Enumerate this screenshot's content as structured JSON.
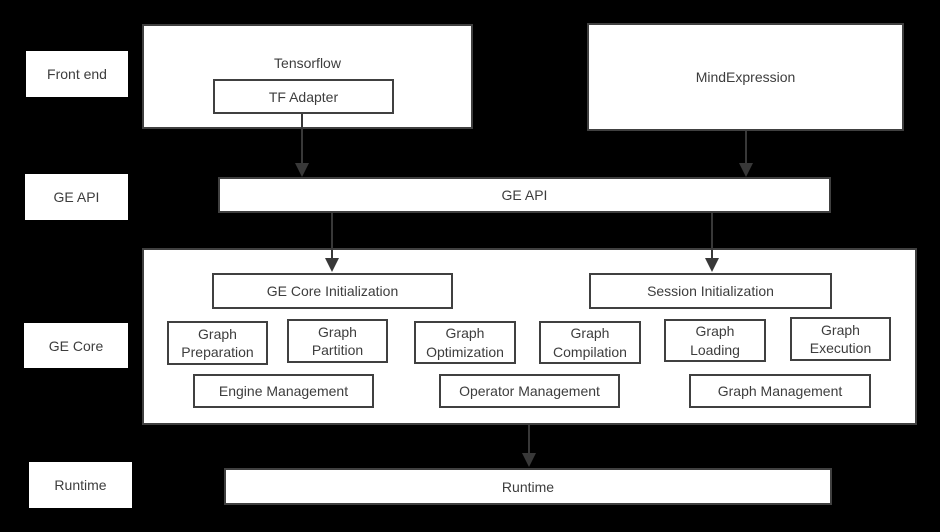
{
  "theme": {
    "background": "#000000",
    "box_fill": "#ffffff",
    "box_border": "#404040",
    "text_color": "#3d3d3d",
    "arrow_color": "#383838"
  },
  "sidebar": {
    "front_end": "Front end",
    "ge_api": "GE API",
    "ge_core": "GE Core",
    "runtime": "Runtime"
  },
  "front_end_layer": {
    "tensorflow_label": "Tensorflow",
    "tf_adapter_label": "TF Adapter",
    "mind_expression_label": "MindExpression"
  },
  "ge_api_layer": {
    "bar_label": "GE API"
  },
  "ge_core_layer": {
    "core_init_label": "GE Core Initialization",
    "session_init_label": "Session Initialization",
    "modules": [
      "Graph Preparation",
      "Graph Partition",
      "Graph Optimization",
      "Graph Compilation",
      "Graph Loading",
      "Graph Execution"
    ],
    "management": [
      "Engine Management",
      "Operator Management",
      "Graph Management"
    ]
  },
  "runtime_layer": {
    "bar_label": "Runtime"
  }
}
